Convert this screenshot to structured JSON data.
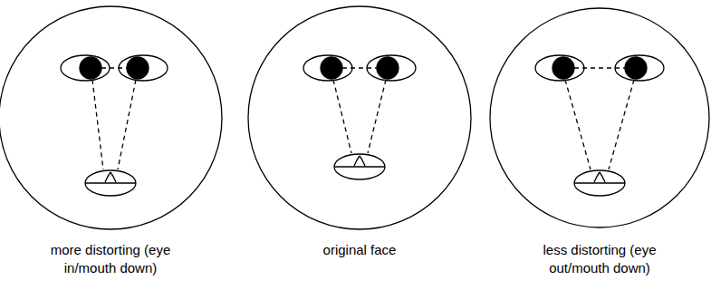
{
  "diagram": {
    "labels": [
      "more distorting (eye in/mouth down)",
      "original face",
      "less distorting (eye out/mouth down)"
    ]
  }
}
